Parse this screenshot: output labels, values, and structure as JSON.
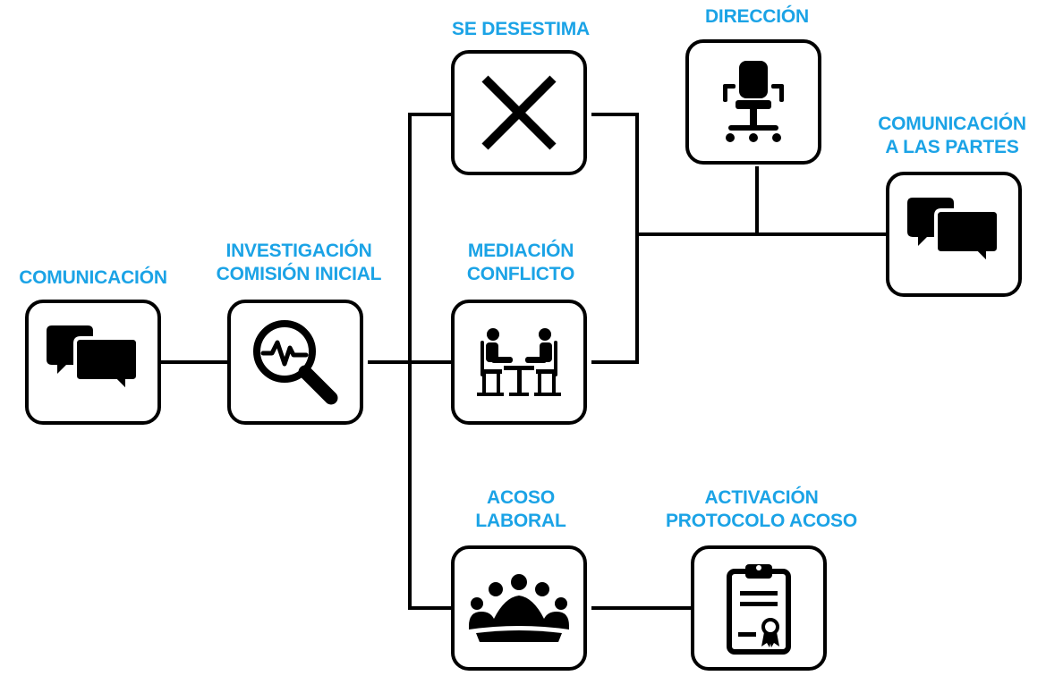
{
  "colors": {
    "label": "#1ba3e6",
    "line": "#000000",
    "icon": "#000000"
  },
  "nodes": {
    "comunicacion": {
      "label_lines": [
        "COMUNICACIÓN"
      ],
      "icon": "chat-bubbles-icon"
    },
    "investigacion": {
      "label_lines": [
        "INVESTIGACIÓN",
        "COMISIÓN INICIAL"
      ],
      "icon": "magnifier-pulse-icon"
    },
    "desestima": {
      "label_lines": [
        "SE DESESTIMA"
      ],
      "icon": "x-mark-icon"
    },
    "mediacion": {
      "label_lines": [
        "MEDIACIÓN",
        "CONFLICTO"
      ],
      "icon": "meeting-table-icon"
    },
    "direccion": {
      "label_lines": [
        "DIRECCIÓN"
      ],
      "icon": "office-chair-icon"
    },
    "comunicacion_partes": {
      "label_lines": [
        "COMUNICACIÓN",
        "A LAS PARTES"
      ],
      "icon": "chat-bubbles-icon"
    },
    "acoso": {
      "label_lines": [
        "ACOSO",
        "LABORAL"
      ],
      "icon": "group-meeting-icon"
    },
    "protocolo": {
      "label_lines": [
        "ACTIVACIÓN",
        "PROTOCOLO ACOSO"
      ],
      "icon": "clipboard-certificate-icon"
    }
  }
}
